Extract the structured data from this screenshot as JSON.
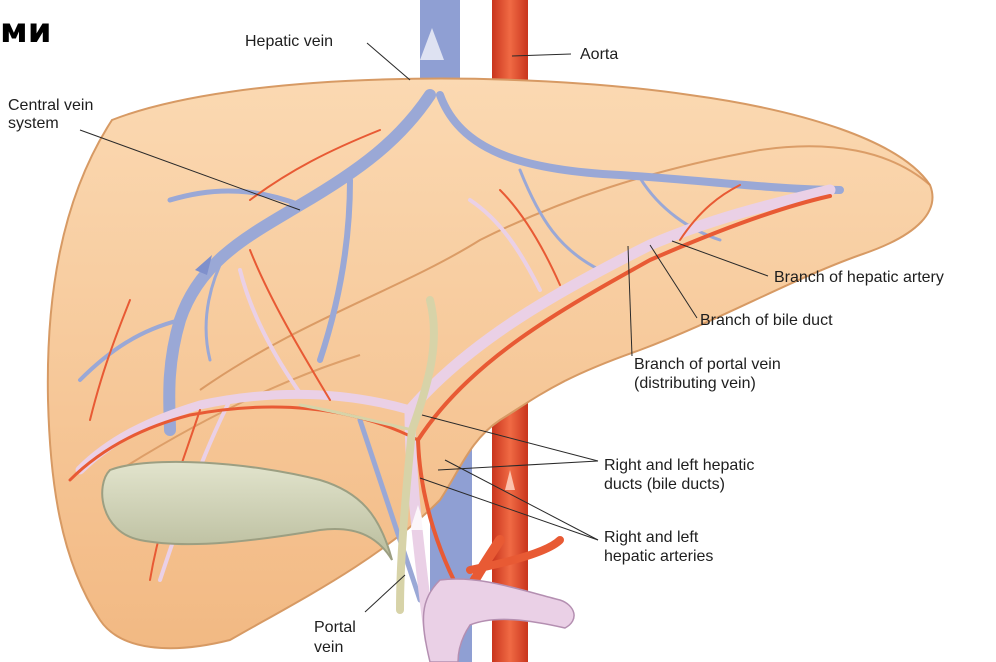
{
  "header": {
    "text": "ми"
  },
  "labels": {
    "hepatic_vein": "Hepatic vein",
    "aorta": "Aorta",
    "central_vein_1": "Central vein",
    "central_vein_2": "system",
    "branch_hepatic_artery": "Branch of hepatic artery",
    "branch_bile_duct": "Branch of bile duct",
    "branch_portal_1": "Branch of portal vein",
    "branch_portal_2": "(distributing vein)",
    "hepatic_ducts_1": "Right and left hepatic",
    "hepatic_ducts_2": "ducts (bile ducts)",
    "hepatic_arteries_1": "Right and left",
    "hepatic_arteries_2": "hepatic arteries",
    "portal_1": "Portal",
    "portal_2": "vein"
  },
  "colors": {
    "liver": "#f7c99b",
    "liver_edge": "#d79a64",
    "vein": "#9aa8d6",
    "artery": "#e85a34",
    "portal": "#e9cde6",
    "bile": "#d7d3a8",
    "gallbladder": "#cdd0b3"
  }
}
